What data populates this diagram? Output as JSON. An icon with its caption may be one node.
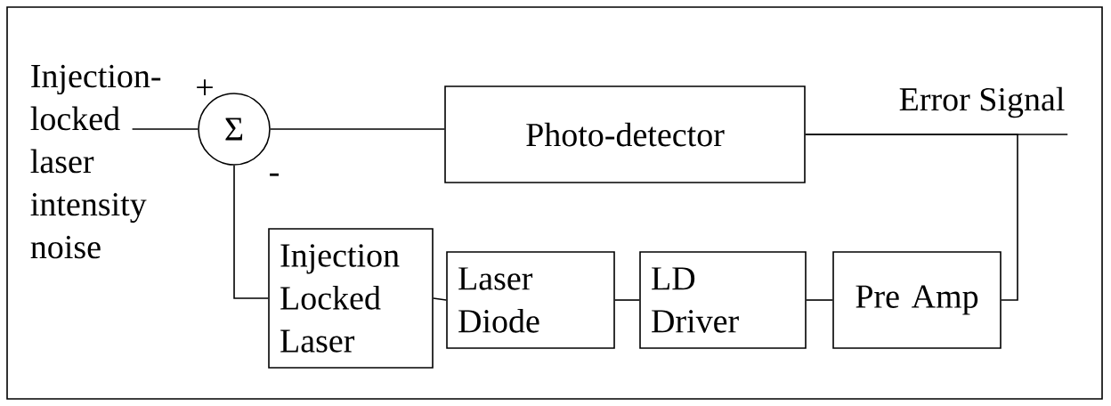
{
  "diagram": {
    "nodes": [
      {
        "text": [
          "Injection-locked laser intensity noise"
        ]
      },
      {
        "text": [
          "Σ"
        ]
      },
      {
        "text": [
          "Photo-detector"
        ]
      },
      {
        "text": [
          "Injection Locked Laser"
        ]
      },
      {
        "text": [
          "Laser Diode"
        ]
      },
      {
        "text": [
          "LD Driver"
        ]
      },
      {
        "text": [
          "Pre Amp"
        ]
      },
      {
        "text": [
          "Error Signal"
        ]
      }
    ],
    "edges": [
      {
        "from": 0,
        "to": 1,
        "arrow": "none",
        "label": "+"
      },
      {
        "from": 1,
        "to": 2,
        "arrow": "none"
      },
      {
        "from": 2,
        "to": 7,
        "arrow": "none"
      },
      {
        "from": 2,
        "to": 6,
        "arrow": "none"
      },
      {
        "from": 6,
        "to": 5,
        "arrow": "none"
      },
      {
        "from": 5,
        "to": 4,
        "arrow": "none"
      },
      {
        "from": 4,
        "to": 3,
        "arrow": "none"
      },
      {
        "from": 3,
        "to": 1,
        "arrow": "none",
        "label": "-"
      }
    ]
  }
}
